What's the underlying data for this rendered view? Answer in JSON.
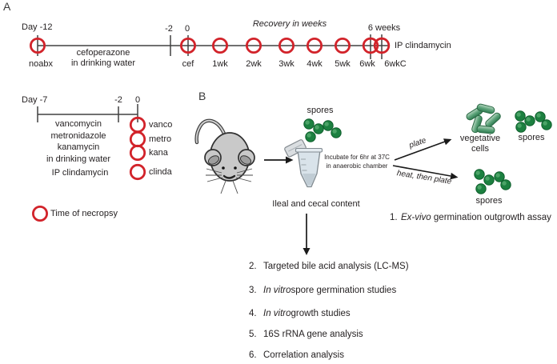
{
  "figure": {
    "panel_a": {
      "label": "A",
      "timeline_top": {
        "start_label": "Day -12",
        "minus2": "-2",
        "zero": "0",
        "recovery": "Recovery in weeks",
        "six_weeks": "6 weeks",
        "end_label": "IP clindamycin",
        "treatment_line1": "cefoperazone",
        "treatment_line2": "in drinking water",
        "points": [
          "noabx",
          "cef",
          "1wk",
          "2wk",
          "3wk",
          "4wk",
          "5wk",
          "6wk",
          "6wkC"
        ]
      },
      "timeline_left": {
        "start_label": "Day -7",
        "minus2": "-2",
        "zero": "0",
        "treatment_line1": "vancomycin",
        "treatment_line2": "metronidazole",
        "treatment_line3": "kanamycin",
        "treatment_line4": "in drinking water",
        "ip_line": "IP clindamycin",
        "points": [
          "vanco",
          "metro",
          "kana",
          "clinda"
        ]
      },
      "legend_label": "Time of necropsy"
    },
    "panel_b": {
      "label": "B",
      "spores_top_label": "spores",
      "incubate_line1": "Incubate for 6hr at 37C",
      "incubate_line2": "in anaerobic chamber",
      "sample_label": "Ileal and cecal content",
      "arrow_top_label": "plate",
      "arrow_bottom_label": "heat, then plate",
      "vegetative_line1": "vegetative",
      "vegetative_line2": "cells",
      "spores_right_label": "spores",
      "spores_bottom_label": "spores",
      "item1": {
        "num": "1.",
        "italic": "Ex-vivo",
        "rest": " germination outgrowth assay"
      },
      "analyses": [
        {
          "num": "2.",
          "pre": "Targeted bile acid analysis (LC-MS)",
          "it": "",
          "post": ""
        },
        {
          "num": "3.",
          "pre": "",
          "it": "In vitro",
          "post": " spore germination studies"
        },
        {
          "num": "4.",
          "pre": "",
          "it": "In vitro",
          "post": " growth studies"
        },
        {
          "num": "5.",
          "pre": "16S rRNA gene analysis",
          "it": "",
          "post": ""
        },
        {
          "num": "6.",
          "pre": "Correlation analysis",
          "it": "",
          "post": ""
        }
      ]
    },
    "colors": {
      "necropsy_red": "#d2232a",
      "spore_green": "#1c8040",
      "line_gray": "#404040"
    }
  }
}
